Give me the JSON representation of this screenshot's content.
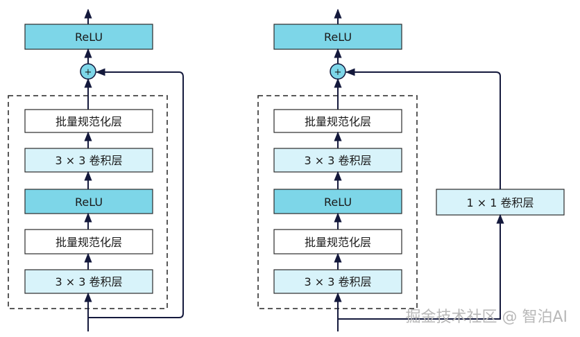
{
  "colors": {
    "line": "#14193c",
    "relu_fill": "#7dd6e8",
    "conv_fill": "#d8f3fa",
    "bn_fill": "#ffffff",
    "box_stroke": "#2a2a2a",
    "plus_fill": "#7dd6e8"
  },
  "left_block": {
    "top_relu": "ReLU",
    "add_symbol": "+",
    "layers": [
      "批量规范化层",
      "3 × 3 卷积层",
      "ReLU",
      "批量规范化层",
      "3 × 3 卷积层"
    ]
  },
  "right_block": {
    "top_relu": "ReLU",
    "add_symbol": "+",
    "layers": [
      "批量规范化层",
      "3 × 3 卷积层",
      "ReLU",
      "批量规范化层",
      "3 × 3 卷积层"
    ],
    "shortcut_conv": "1 × 1 卷积层"
  },
  "watermark": "掘金技术社区 @ 智泊AI"
}
